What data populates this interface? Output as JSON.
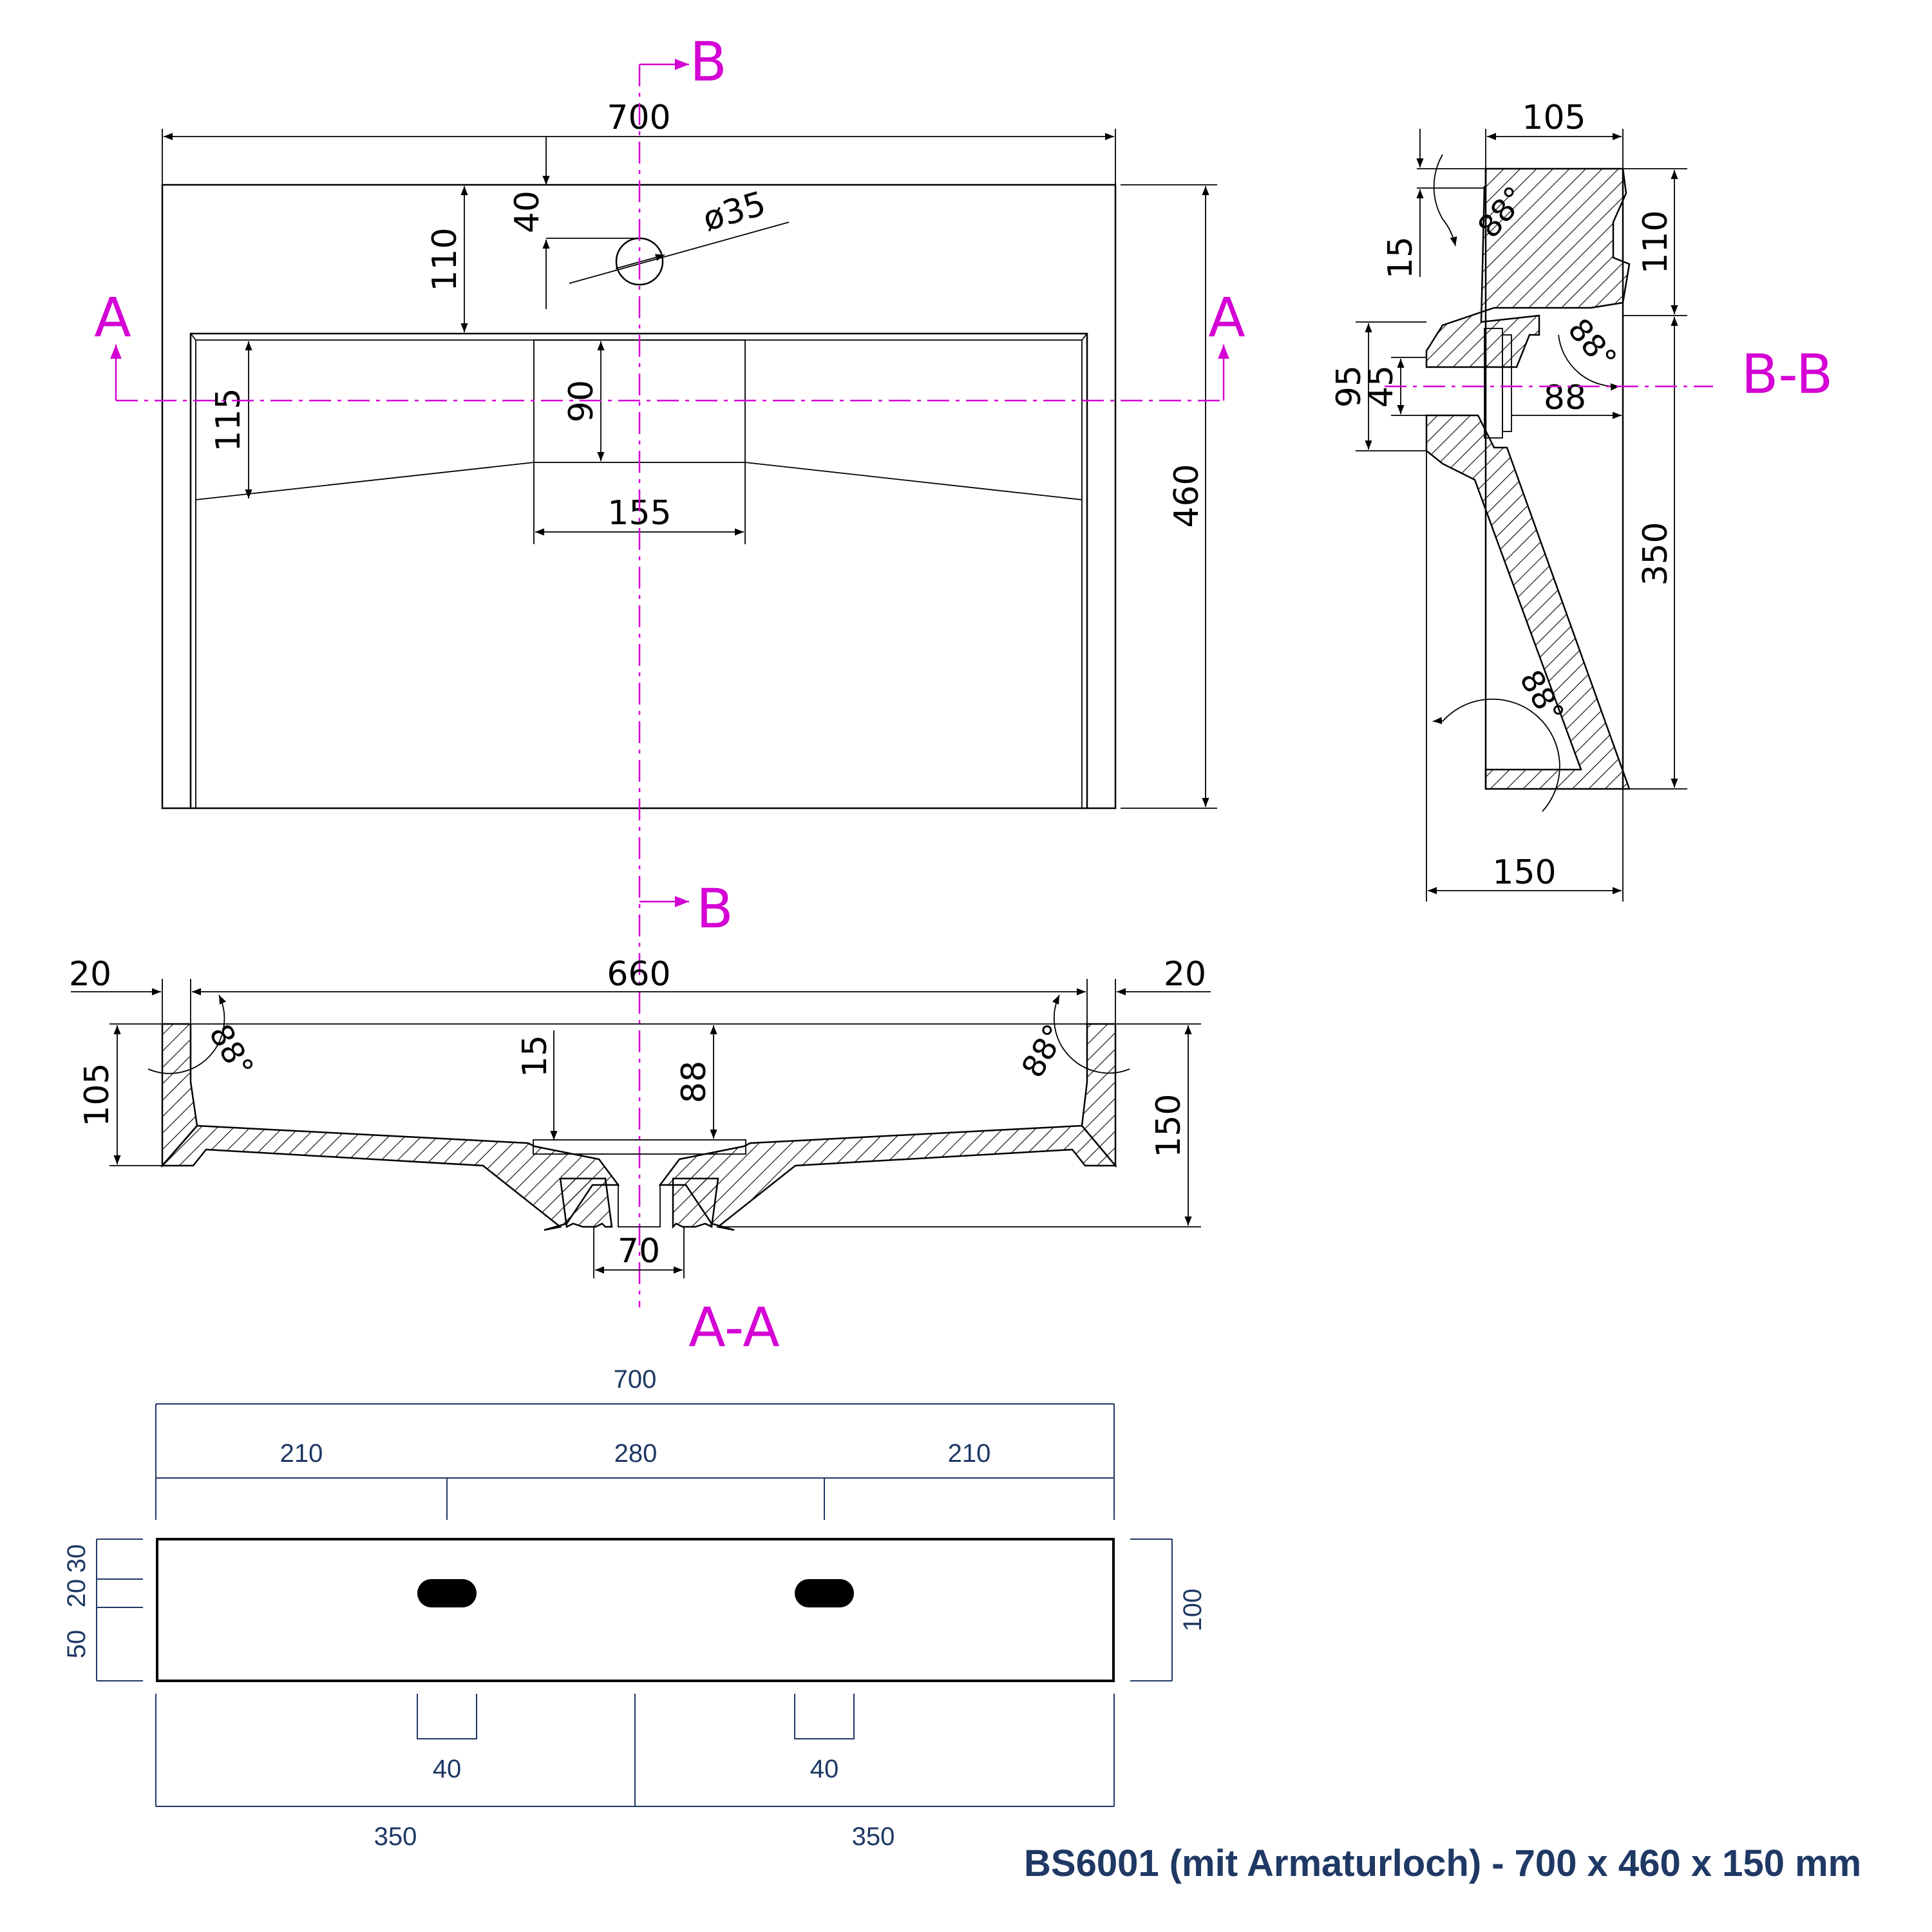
{
  "top_view": {
    "width": "700",
    "height": "460",
    "faucet_offset": "110",
    "hole_to_top": "40",
    "hole_diameter": "ø35",
    "basin_depth_side": "115",
    "drain_depth": "90",
    "drain_width": "155"
  },
  "section_marks": {
    "a": "A",
    "b": "B",
    "aa": "A-A",
    "bb": "B-B"
  },
  "section_aa": {
    "rim_left": "20",
    "inner_width": "660",
    "rim_right": "20",
    "side_height": "105",
    "total_height": "150",
    "bottom_thickness": "15",
    "inner_depth": "88",
    "drain_width": "70",
    "angle": "88°"
  },
  "section_bb": {
    "top_width": "105",
    "top_thickness": "15",
    "upper_height": "110",
    "drain_height": "95",
    "drain_inner": "45",
    "drain_depth": "88",
    "lower_height": "350",
    "bottom_width": "150",
    "angle": "88°"
  },
  "bottom_view": {
    "overall_width": "700",
    "seg_left": "210",
    "seg_mid": "280",
    "seg_right": "210",
    "height_top": "30",
    "height_mid": "20",
    "height_bot": "50",
    "height_total": "100",
    "slot_left": "40",
    "slot_right": "40",
    "half_left": "350",
    "half_right": "350"
  },
  "title": "BS6001 (mit Armaturloch) - 700 x 460 x 150 mm"
}
